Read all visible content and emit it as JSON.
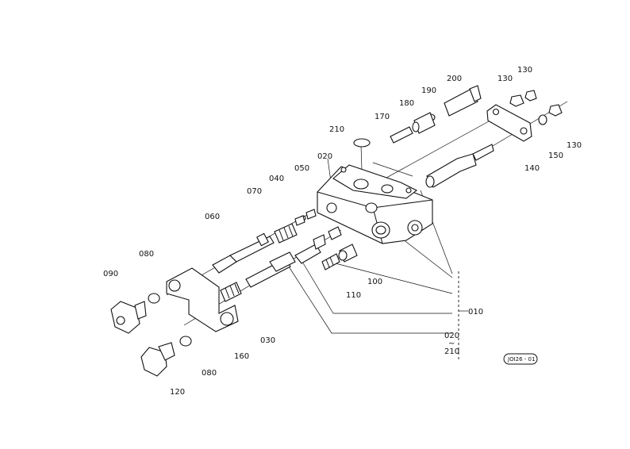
{
  "callouts": {
    "c010": "010",
    "c020_top": "020",
    "c020_bottom": "020",
    "c030": "030",
    "c040": "040",
    "c050": "050",
    "c060": "060",
    "c070": "070",
    "c080_top": "080",
    "c080_bottom": "080",
    "c090": "090",
    "c100": "100",
    "c110": "110",
    "c120": "120",
    "c130_a": "130",
    "c130_b": "130",
    "c130_c": "130",
    "c140": "140",
    "c150": "150",
    "c160": "160",
    "c170": "170",
    "c180": "180",
    "c190": "190",
    "c200": "200",
    "c210_top": "210",
    "c210_bottom": "210",
    "tilde": "~"
  },
  "figure_code": "JOI26 - 01"
}
